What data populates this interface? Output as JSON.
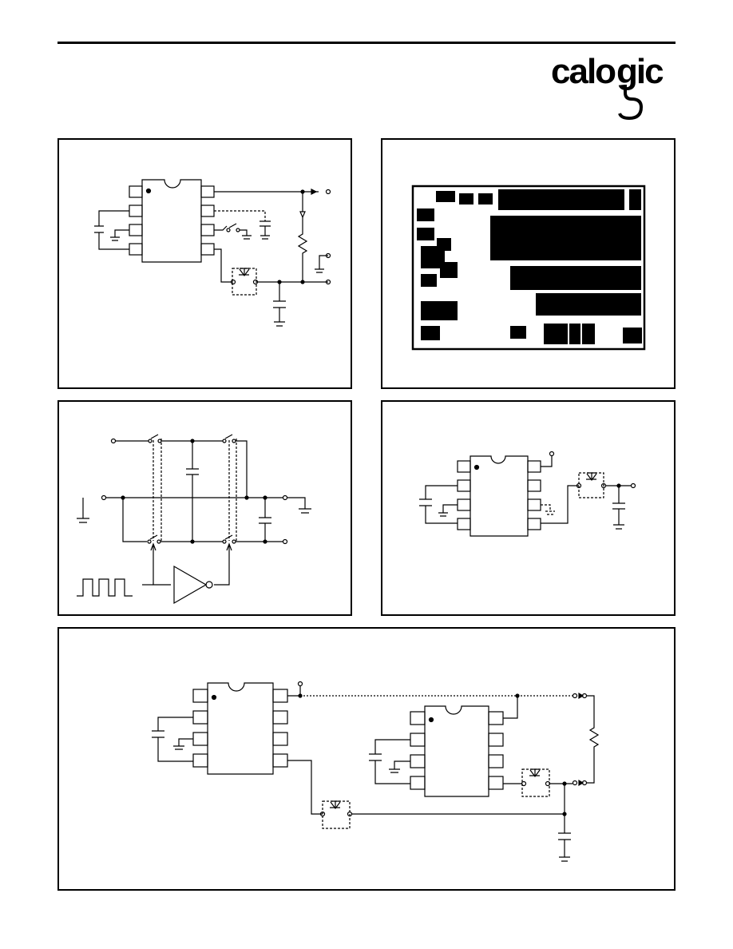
{
  "brand": {
    "logo_text": "calogic",
    "colors": {
      "ink": "#000000",
      "paper": "#ffffff"
    }
  },
  "figures": [
    {
      "id": "top-left",
      "kind": "schematic",
      "components": [
        "8-pin-ic",
        "capacitor",
        "switch",
        "resistor",
        "diode",
        "ground"
      ]
    },
    {
      "id": "top-right",
      "kind": "chip-layout",
      "components": [
        "die-outline",
        "pads"
      ]
    },
    {
      "id": "middle-left",
      "kind": "schematic",
      "components": [
        "switches",
        "capacitors",
        "inverter",
        "square-wave"
      ]
    },
    {
      "id": "middle-right",
      "kind": "schematic",
      "components": [
        "8-pin-ic",
        "capacitor",
        "diode",
        "ground"
      ]
    },
    {
      "id": "bottom",
      "kind": "schematic",
      "components": [
        "8-pin-ic",
        "8-pin-ic",
        "diode",
        "diode",
        "resistor",
        "capacitor",
        "ground"
      ]
    }
  ]
}
